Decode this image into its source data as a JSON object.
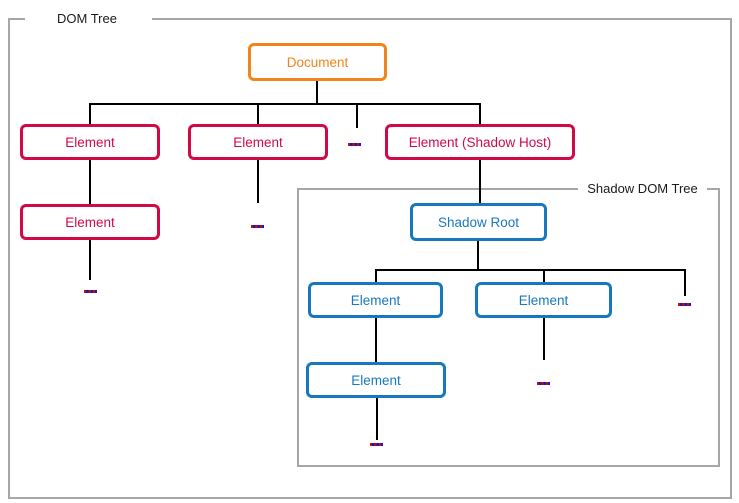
{
  "diagram": {
    "dom_tree_label": "DOM Tree",
    "shadow_tree_label": "Shadow DOM Tree",
    "nodes": {
      "document": "Document",
      "element1": "Element",
      "element2": "Element",
      "shadow_host": "Element (Shadow Host)",
      "element1_child": "Element",
      "shadow_root": "Shadow Root",
      "shadow_element1": "Element",
      "shadow_element2": "Element",
      "shadow_element1_child": "Element"
    },
    "colors": {
      "document": "#f0861b",
      "element": "#d10a47",
      "shadow": "#1878be",
      "frame": "#a6a6a6",
      "line": "#000000",
      "label": "#1a1a1a",
      "mark_red": "#c41200",
      "mark_blue": "#2012c4"
    }
  }
}
